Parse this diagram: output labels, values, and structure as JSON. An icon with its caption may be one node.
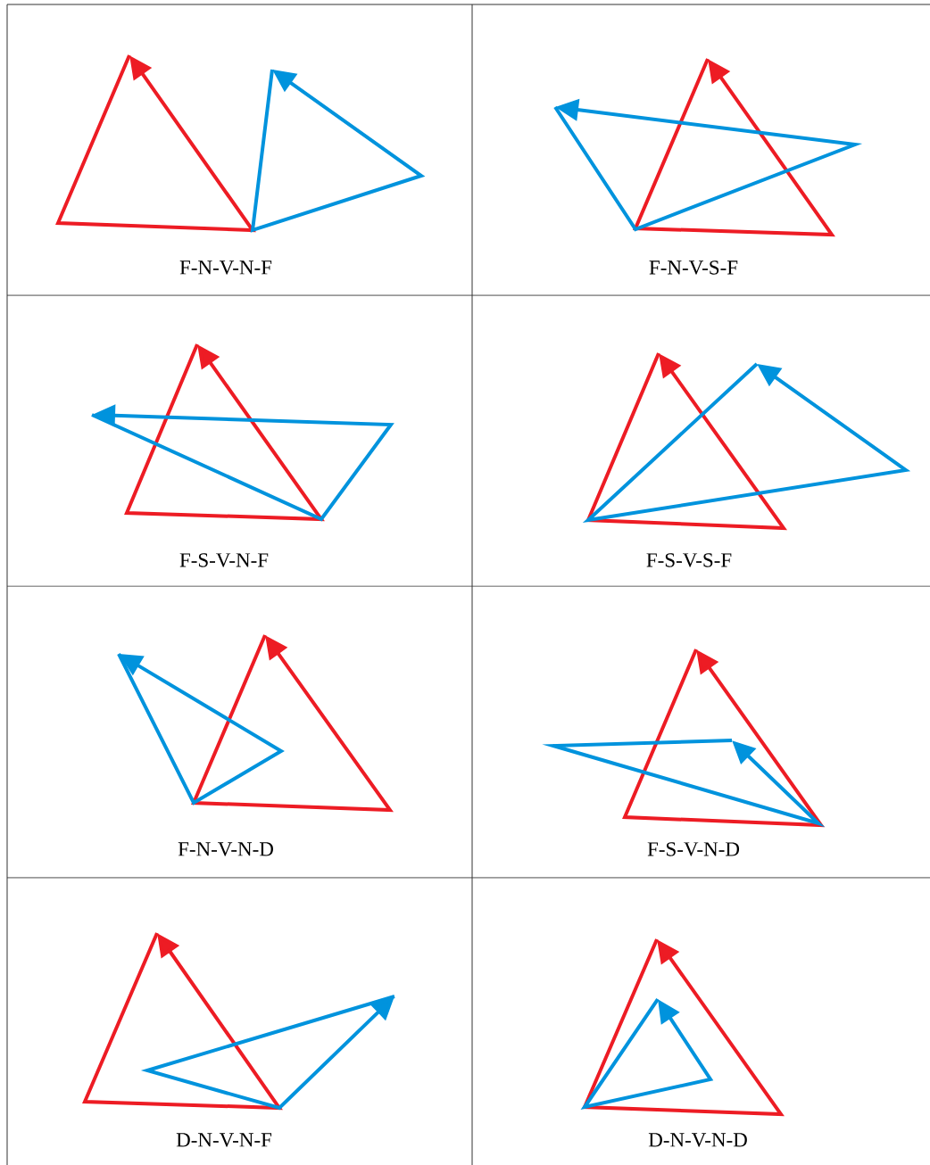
{
  "diagram": {
    "labels": [
      "F-N-V-N-F",
      "F-N-V-S-F",
      "F-S-V-N-F",
      "F-S-V-S-F",
      "F-N-V-N-D",
      "F-S-V-N-D",
      "D-N-V-N-F",
      "D-N-V-N-D"
    ]
  }
}
